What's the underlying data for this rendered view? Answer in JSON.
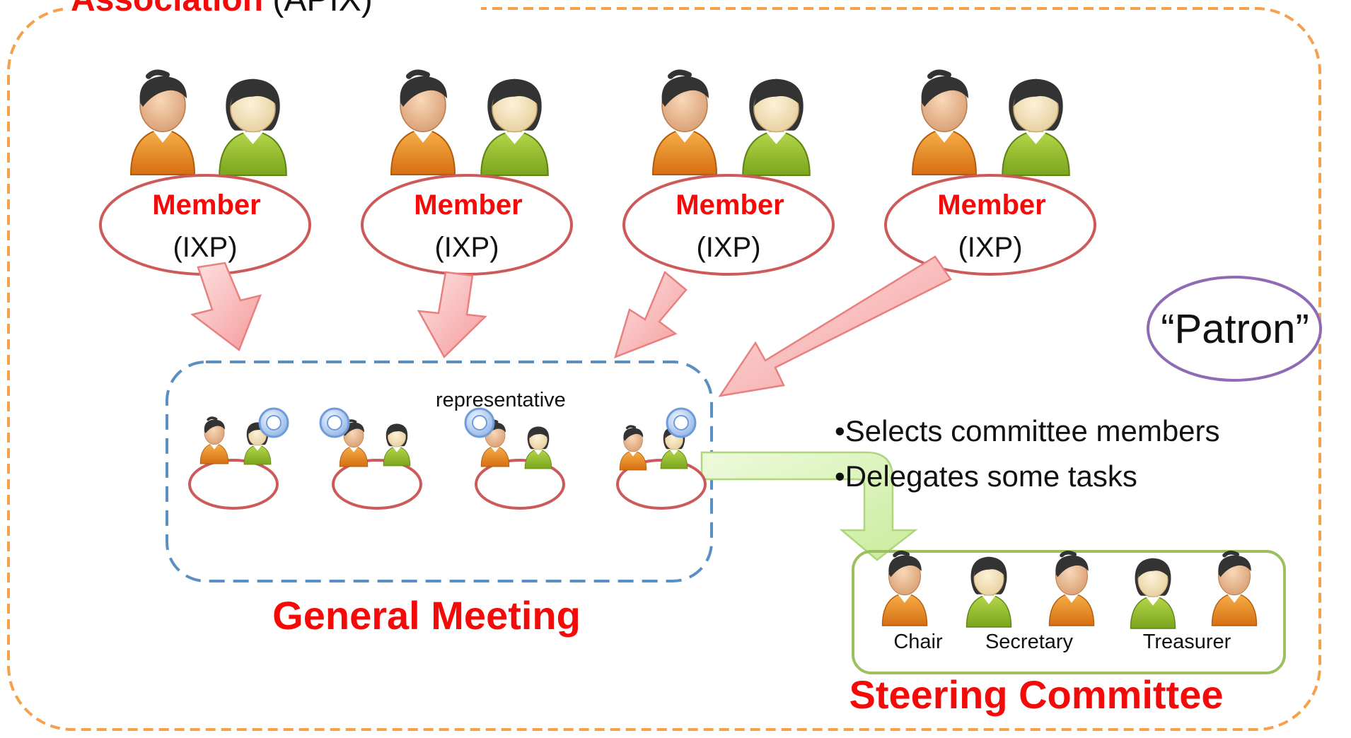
{
  "association": {
    "title": "Association",
    "title_suffix": "(APIX)"
  },
  "members": [
    {
      "label": "Member",
      "sub": "(IXP)"
    },
    {
      "label": "Member",
      "sub": "(IXP)"
    },
    {
      "label": "Member",
      "sub": "(IXP)"
    },
    {
      "label": "Member",
      "sub": "(IXP)"
    }
  ],
  "general_meeting": {
    "title": "General Meeting",
    "representative_label": "representative"
  },
  "patron": {
    "label": "“Patron”"
  },
  "delegation": {
    "bullets": [
      "•Selects committee members",
      "•Delegates some tasks"
    ]
  },
  "steering_committee": {
    "title": "Steering Committee",
    "roles": [
      "Chair",
      "Secretary",
      "Treasurer"
    ]
  },
  "colors": {
    "title_red": "#f50a0a",
    "association_border": "#f5a04a",
    "member_ellipse": "#cd5a5a",
    "meeting_border": "#5a8fc4",
    "committee_border": "#9cc060",
    "patron_border": "#8e6bb4",
    "arrow_pink": "#f8a0a0",
    "arrow_green": "#d8f2b4",
    "person_orange": "#e58a22",
    "person_green": "#8fbd2c"
  },
  "icons": [
    "person-male-orange-icon",
    "person-female-green-icon",
    "representative-ring-icon"
  ]
}
